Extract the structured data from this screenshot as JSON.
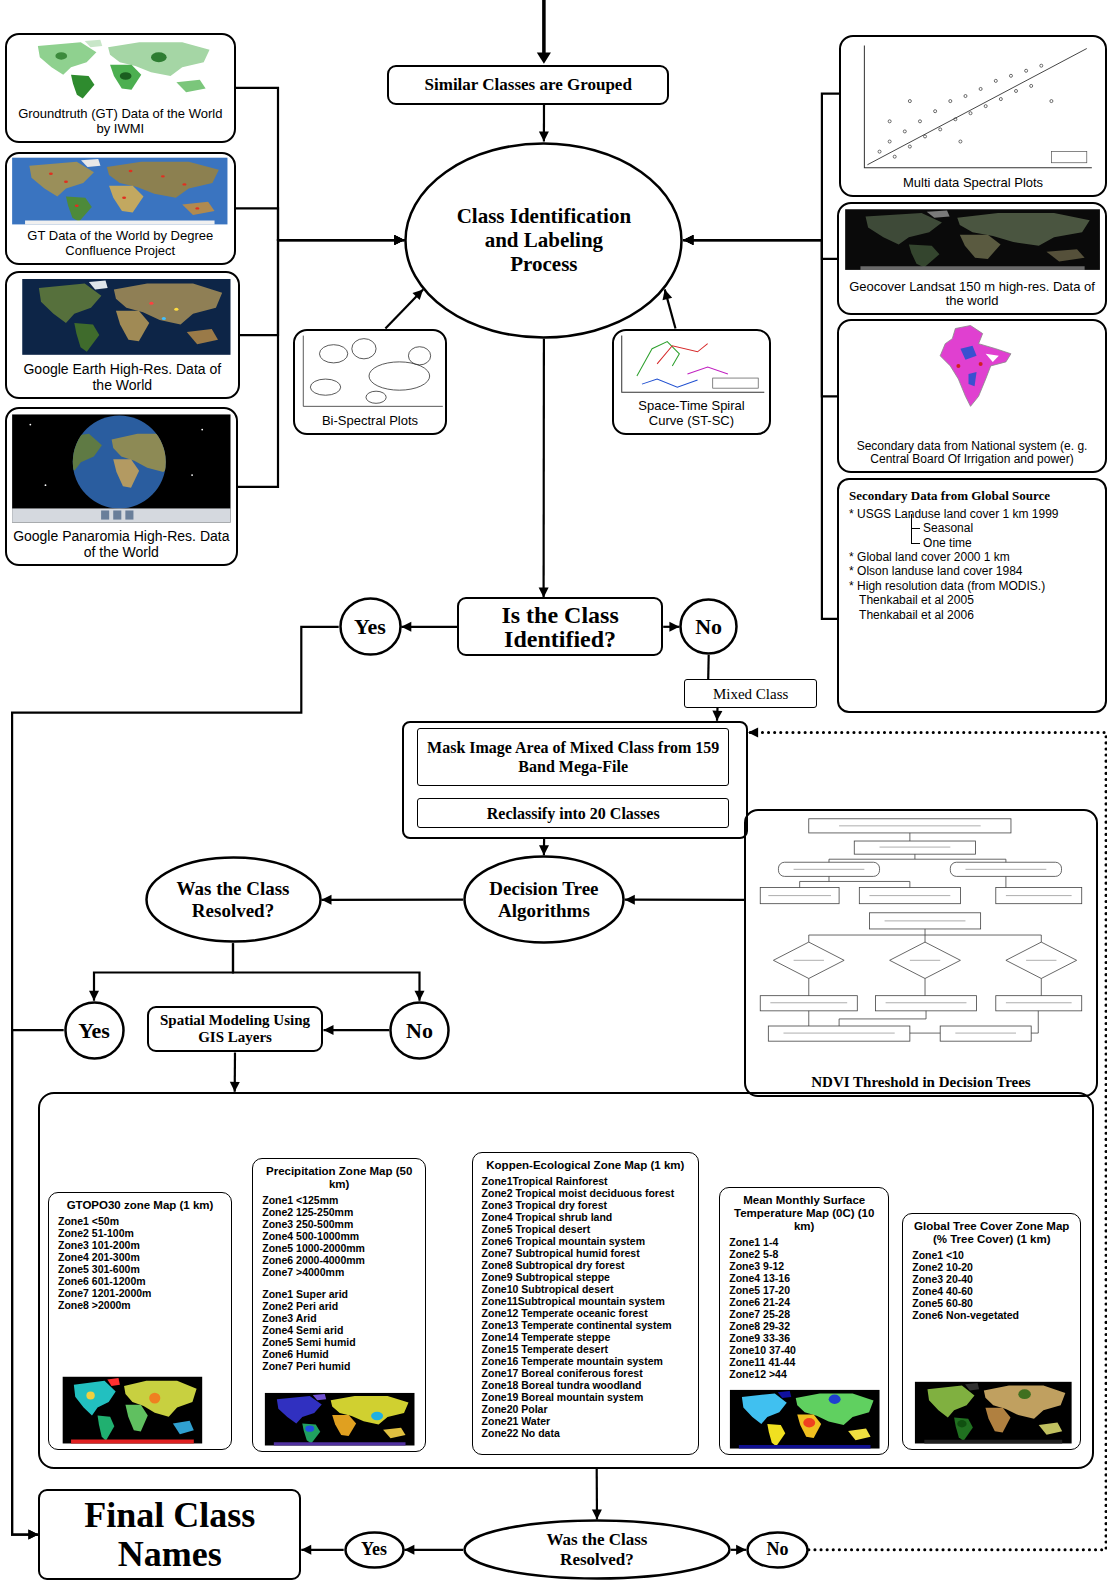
{
  "diagram": {
    "nodes": [
      {
        "text": [
          "Similar Classes are Grouped"
        ]
      },
      {
        "text": [
          "Groundtruth (GT) Data of the World by IWMI"
        ]
      },
      {
        "text": [
          "Class Identification and Labeling Process"
        ]
      },
      {
        "text": [
          "Multi data Spectral Plots"
        ]
      },
      {
        "text": [
          "GT Data of the World by Degree Confluence Project"
        ]
      },
      {
        "text": [
          "Geocover Landsat 150 m high-res. Data of the world"
        ]
      },
      {
        "text": [
          "Google Earth High-Res. Data of the World"
        ]
      },
      {
        "text": [
          "Bi-Spectral Plots"
        ]
      },
      {
        "text": [
          "Space-Time Spiral Curve (ST-SC)"
        ]
      },
      {
        "text": [
          "Secondary data from National system (e. g. Central Board Of Irrigation and power)"
        ]
      },
      {
        "text": [
          "Google Panaromia High-Res. Data of the World"
        ]
      },
      {
        "text": [
          "Yes"
        ]
      },
      {
        "text": [
          "Is the Class Identified?"
        ]
      },
      {
        "text": [
          "No"
        ]
      },
      {
        "text": [
          "Secondary Data from Global Source",
          "* USGS Landuse land cover 1 km 1999",
          "Seasonal",
          "One time",
          "* Global land cover 2000 1 km",
          "* Olson landuse land cover 1984",
          "* High resolution data (from MODIS.)",
          "Thenkabail et al 2005",
          "Thenkabail et al 2006"
        ]
      },
      {
        "text": [
          "Mixed Class"
        ]
      },
      {
        "text": []
      },
      {
        "text": [
          "Mask Image Area of Mixed Class from 159 Band Mega-File"
        ],
        "in": 16
      },
      {
        "text": [
          "Reclassify into 20 Classes"
        ],
        "in": 16
      },
      {
        "text": [
          "Was the Class Resolved?"
        ]
      },
      {
        "text": [
          "Decision Tree Algorithms"
        ]
      },
      {
        "text": [
          "NDVI Threshold in Decision Trees"
        ]
      },
      {
        "text": [
          "Yes"
        ]
      },
      {
        "text": [
          "Spatial Modeling Using GIS Layers"
        ]
      },
      {
        "text": [
          "No"
        ]
      },
      {
        "text": []
      },
      {
        "text": [
          "GTOPO30 zone Map (1 km)",
          "Zone1 <50m",
          "Zone2 51-100m",
          "Zone3 101-200m",
          "Zone4 201-300m",
          "Zone5 301-600m",
          "Zone6 601-1200m",
          "Zone7 1201-2000m",
          "Zone8 >2000m"
        ],
        "in": 25
      },
      {
        "text": [
          "Precipitation Zone Map (50 km)",
          "Zone1 <125mm",
          "Zone2 125-250mm",
          "Zone3 250-500mm",
          "Zone4 500-1000mm",
          "Zone5 1000-2000mm",
          "Zone6 2000-4000mm",
          "Zone7 >4000mm",
          "Zone1 Super arid",
          "Zone2 Peri arid",
          "Zone3 Arid",
          "Zone4 Semi arid",
          "Zone5 Semi humid",
          "Zone6 Humid",
          "Zone7 Peri humid"
        ],
        "in": 25
      },
      {
        "text": [
          "Koppen-Ecological Zone Map (1 km)",
          "Zone1Tropical Rainforest",
          "Zone2 Tropical moist deciduous forest",
          "Zone3 Tropical dry forest",
          "Zone4 Tropical shrub land",
          "Zone5 Tropical desert",
          "Zone6 Tropical mountain system",
          "Zone7 Subtropical humid forest",
          "Zone8 Subtropical dry forest",
          "Zone9 Subtropical steppe",
          "Zone10 Subtropical desert",
          "Zone11Subtropical mountain system",
          "Zone12 Temperate oceanic forest",
          "Zone13 Temperate continental system",
          "Zone14 Temperate steppe",
          "Zone15 Temperate desert",
          "Zone16 Temperate mountain system",
          "Zone17 Boreal coniferous forest",
          "Zone18 Boreal tundra woodland",
          "Zone19 Boreal mountain system",
          "Zone20 Polar",
          "Zone21 Water",
          "Zone22 No data"
        ],
        "in": 25
      },
      {
        "text": [
          "Mean Monthly Surface Temperature Map (0C) (10 km)",
          "Zone1 1-4",
          "Zone2 5-8",
          "Zone3 9-12",
          "Zone4 13-16",
          "Zone5 17-20",
          "Zone6 21-24",
          "Zone7 25-28",
          "Zone8 29-32",
          "Zone9 33-36",
          "Zone10 37-40",
          "Zone11 41-44",
          "Zone12 >44"
        ],
        "in": 25
      },
      {
        "text": [
          "Global Tree Cover Zone Map (% Tree Cover) (1 km)",
          "Zone1 <10",
          "Zone2 10-20",
          "Zone3 20-40",
          "Zone4 40-60",
          "Zone5 60-80",
          "Zone6 Non-vegetated"
        ],
        "in": 25
      },
      {
        "text": [
          "Final Class Names"
        ]
      },
      {
        "text": [
          "Yes"
        ]
      },
      {
        "text": [
          "Was the Class Resolved?"
        ]
      },
      {
        "text": [
          "No"
        ]
      }
    ],
    "edges": [
      {
        "from": 0,
        "to": 2,
        "arrow": "to"
      },
      {
        "from": 1,
        "to": 2,
        "arrow": "to"
      },
      {
        "from": 4,
        "to": 2,
        "arrow": "to"
      },
      {
        "from": 6,
        "to": 2,
        "arrow": "to"
      },
      {
        "from": 10,
        "to": 2,
        "arrow": "to"
      },
      {
        "from": 3,
        "to": 2,
        "arrow": "to"
      },
      {
        "from": 5,
        "to": 2,
        "arrow": "to"
      },
      {
        "from": 9,
        "to": 2,
        "arrow": "to"
      },
      {
        "from": 14,
        "to": 2,
        "arrow": "to"
      },
      {
        "from": 7,
        "to": 2,
        "arrow": "to"
      },
      {
        "from": 8,
        "to": 2,
        "arrow": "to"
      },
      {
        "from": 2,
        "to": 12,
        "arrow": "to"
      },
      {
        "from": 12,
        "to": 11,
        "arrow": "to"
      },
      {
        "from": 12,
        "to": 13,
        "arrow": "to"
      },
      {
        "from": 13,
        "to": 15,
        "arrow": "none"
      },
      {
        "from": 15,
        "to": 16,
        "arrow": "to"
      },
      {
        "from": 16,
        "to": 20,
        "arrow": "to"
      },
      {
        "from": 21,
        "to": 20,
        "arrow": "to"
      },
      {
        "from": 20,
        "to": 19,
        "arrow": "to"
      },
      {
        "from": 19,
        "to": 22,
        "arrow": "to"
      },
      {
        "from": 19,
        "to": 24,
        "arrow": "to"
      },
      {
        "from": 24,
        "to": 23,
        "arrow": "to"
      },
      {
        "from": 23,
        "to": 25,
        "arrow": "to"
      },
      {
        "from": 11,
        "to": 31,
        "arrow": "to"
      },
      {
        "from": 22,
        "to": 31,
        "arrow": "to"
      },
      {
        "from": 25,
        "to": 33,
        "arrow": "to"
      },
      {
        "from": 33,
        "to": 32,
        "arrow": "to"
      },
      {
        "from": 32,
        "to": 31,
        "arrow": "to"
      },
      {
        "from": 33,
        "to": 34,
        "arrow": "to"
      },
      {
        "from": 34,
        "to": 16,
        "arrow": "to"
      }
    ]
  }
}
